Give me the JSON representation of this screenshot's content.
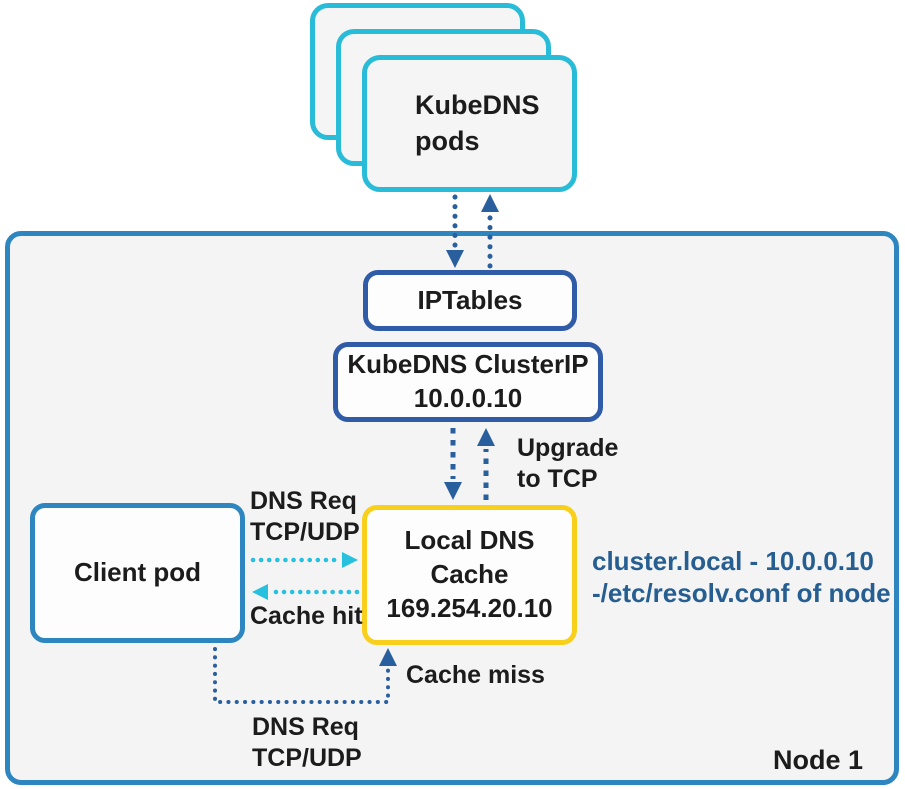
{
  "colors": {
    "cyan_border": "#29BCD8",
    "steel_blue": "#2E86C1",
    "indigo_border": "#2F5BA7",
    "yellow_border": "#F8CF1A",
    "arrow_blue": "#2A5F9E",
    "arrow_cyan": "#27C0DE",
    "note_blue": "#265E92",
    "text_dark": "#1C1C1C"
  },
  "nodes": {
    "kubedns_pods": {
      "label": "KubeDNS\npods"
    },
    "iptables": {
      "label": "IPTables"
    },
    "cluster_ip": {
      "label": "KubeDNS ClusterIP\n10.0.0.10"
    },
    "local_dns_cache": {
      "label": "Local DNS\nCache\n169.254.20.10"
    },
    "client_pod": {
      "label": "Client pod"
    },
    "node": {
      "label": "Node 1"
    }
  },
  "annotations": {
    "dns_req_top": "DNS Req\nTCP/UDP",
    "cache_hit": "Cache hit",
    "cache_miss": "Cache miss",
    "upgrade_tcp": "Upgrade\nto TCP",
    "dns_req_bottom": "DNS Req\nTCP/UDP",
    "resolv_note": "cluster.local - 10.0.0.10\n-/etc/resolv.conf of node"
  }
}
